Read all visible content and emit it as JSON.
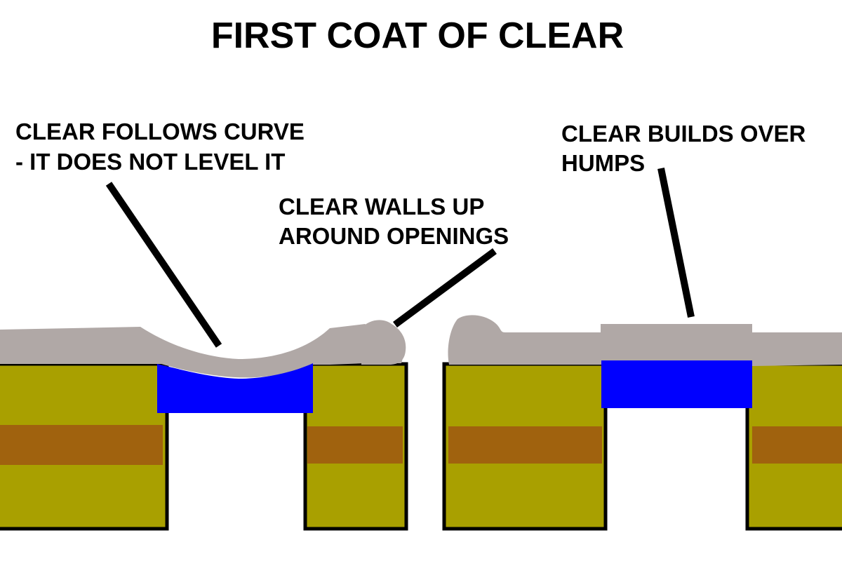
{
  "title": "FIRST COAT OF CLEAR",
  "callouts": {
    "follows_curve": {
      "line1": "CLEAR FOLLOWS CURVE",
      "line2": "- IT DOES NOT LEVEL IT"
    },
    "walls_up": {
      "line1": "CLEAR WALLS UP",
      "line2": "AROUND OPENINGS"
    },
    "builds_over": {
      "line1": "CLEAR BUILDS OVER",
      "line2": "HUMPS"
    }
  },
  "colors": {
    "clear_coat": "#b0a8a6",
    "base_panel": "#a9a000",
    "stripe": "#a0620e",
    "blue_fill": "#0000ff",
    "outline": "#000000",
    "background": "#ffffff"
  }
}
